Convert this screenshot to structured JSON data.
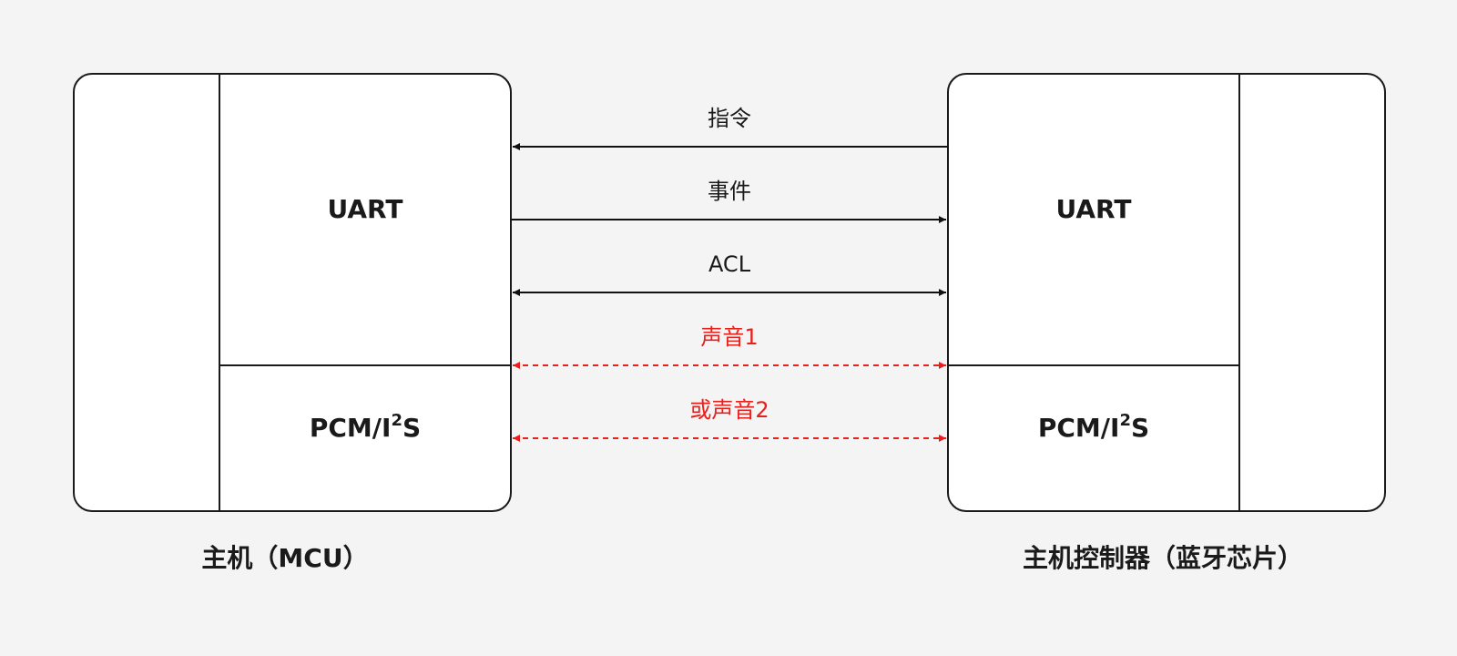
{
  "host": {
    "caption": "主机（MCU）",
    "uart_label": "UART",
    "pcm_label_main": "PCM/I",
    "pcm_label_sup": "2",
    "pcm_label_tail": "S"
  },
  "controller": {
    "caption": "主机控制器（蓝牙芯片）",
    "uart_label": "UART",
    "pcm_label_main": "PCM/I",
    "pcm_label_sup": "2",
    "pcm_label_tail": "S"
  },
  "arrows": {
    "command": "指令",
    "event": "事件",
    "acl": "ACL",
    "voice1": "声音1",
    "voice2": "或声音2"
  },
  "colors": {
    "line": "#111111",
    "voice": "#e8201c",
    "background": "#f4f4f4"
  }
}
